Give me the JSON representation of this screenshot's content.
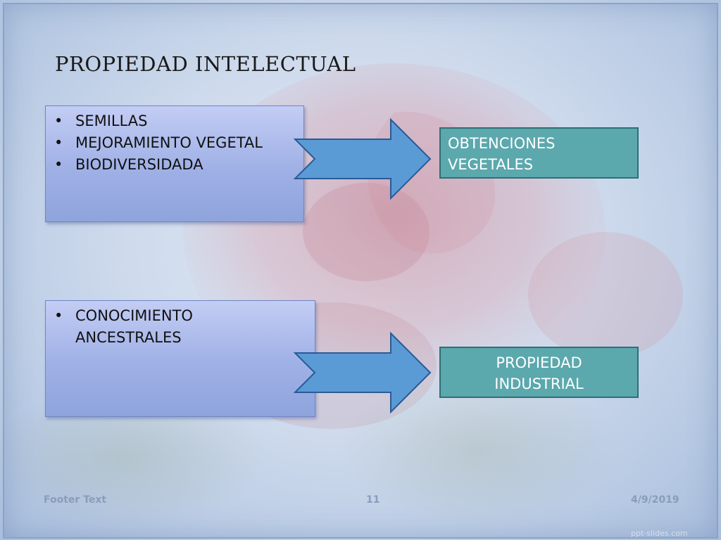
{
  "slide": {
    "title": "PROPIEDAD INTELECTUAL",
    "box1": {
      "items": [
        "SEMILLAS",
        "MEJORAMIENTO VEGETAL",
        "BIODIVERSIDADA"
      ]
    },
    "box2": {
      "items": [
        "CONOCIMIENTO ANCESTRALES"
      ]
    },
    "target1": {
      "lines": [
        "OBTENCIONES",
        "VEGETALES"
      ]
    },
    "target2": {
      "lines": [
        "PROPIEDAD",
        "INDUSTRIAL"
      ]
    },
    "footer": {
      "text": "Footer Text",
      "page": "11",
      "date": "4/9/2019"
    },
    "watermark": "ppt-slides.com"
  },
  "colors": {
    "box_fill": "#9fb0e6",
    "box_border": "#6f86c6",
    "arrow_fill": "#5b9bd5",
    "arrow_border": "#2a5a96",
    "target_fill": "#5ba8ad",
    "target_border": "#2e6f75",
    "footer_text": "#8a9cbc"
  },
  "icons": {
    "arrow": "right-arrow-icon",
    "bullet": "bullet-icon"
  }
}
